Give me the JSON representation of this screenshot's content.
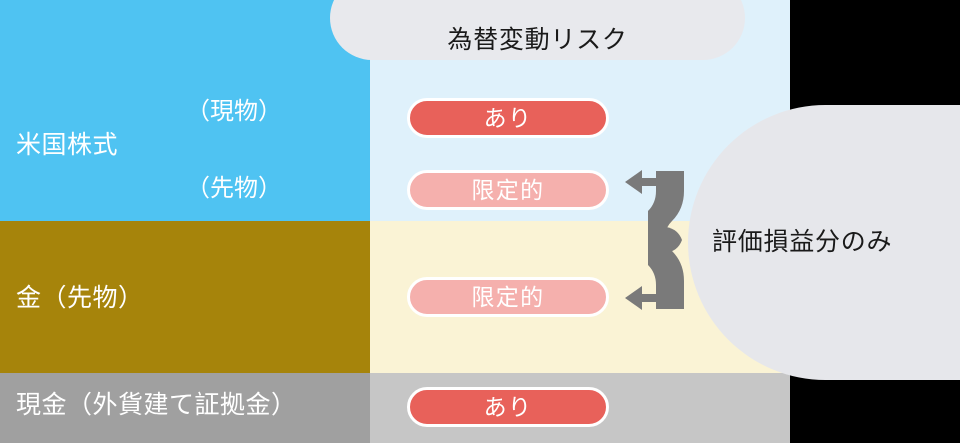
{
  "header": {
    "title": "為替変動リスク"
  },
  "colors": {
    "equity_band": "#4fc3f2",
    "gold_band": "#a6840b",
    "cash_band": "#a0a0a0",
    "equity_tint": "#dff1fb",
    "gold_tint": "#faf3d5",
    "cash_tint": "#c6c6c6",
    "pill_strong": "#e8615a",
    "pill_weak": "#f5b0ad",
    "panel": "#e6e7eb",
    "brace": "#7a7a7a"
  },
  "rows": [
    {
      "category": "米国株式",
      "sublabels": [
        "（現物）",
        "（先物）"
      ],
      "values": [
        {
          "label": "あり",
          "level": "strong"
        },
        {
          "label": "限定的",
          "level": "weak"
        }
      ]
    },
    {
      "category": "金（先物）",
      "sublabels": [],
      "values": [
        {
          "label": "限定的",
          "level": "weak"
        }
      ]
    },
    {
      "category": "現金（外貨建て証拠金）",
      "sublabels": [],
      "values": [
        {
          "label": "あり",
          "level": "strong"
        }
      ]
    }
  ],
  "annotation": {
    "text": "評価損益分のみ",
    "brace_icon": "curly-brace-left-arrows-icon"
  }
}
